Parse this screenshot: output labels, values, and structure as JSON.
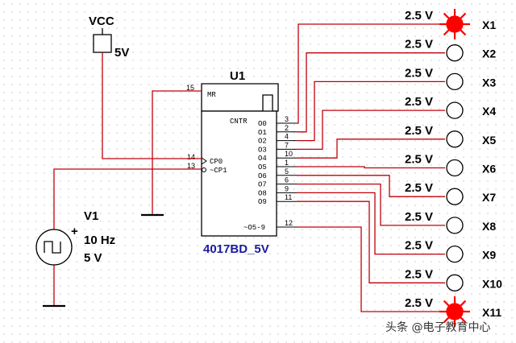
{
  "vcc": {
    "name": "VCC",
    "value": "5V"
  },
  "chip": {
    "ref": "U1",
    "part": "4017BD_5V",
    "inputs": [
      {
        "num": "15",
        "name": "MR"
      },
      {
        "num": "14",
        "name": "CP0"
      },
      {
        "num": "13",
        "name": "~CP1"
      }
    ],
    "cntr_label": "CNTR",
    "outputs": [
      {
        "num": "3",
        "name": "O0"
      },
      {
        "num": "2",
        "name": "O1"
      },
      {
        "num": "4",
        "name": "O2"
      },
      {
        "num": "7",
        "name": "O3"
      },
      {
        "num": "10",
        "name": "O4"
      },
      {
        "num": "1",
        "name": "O5"
      },
      {
        "num": "5",
        "name": "O6"
      },
      {
        "num": "6",
        "name": "O7"
      },
      {
        "num": "9",
        "name": "O8"
      },
      {
        "num": "11",
        "name": "O9"
      },
      {
        "num": "12",
        "name": "~O5-9"
      }
    ]
  },
  "source": {
    "ref": "V1",
    "plus": "+",
    "freq": "10 Hz",
    "amp": "5 V"
  },
  "lamps": [
    {
      "name": "X1",
      "voltage": "2.5 V",
      "lit": true
    },
    {
      "name": "X2",
      "voltage": "2.5 V",
      "lit": false
    },
    {
      "name": "X3",
      "voltage": "2.5 V",
      "lit": false
    },
    {
      "name": "X4",
      "voltage": "2.5 V",
      "lit": false
    },
    {
      "name": "X5",
      "voltage": "2.5 V",
      "lit": false
    },
    {
      "name": "X6",
      "voltage": "2.5 V",
      "lit": false
    },
    {
      "name": "X7",
      "voltage": "2.5 V",
      "lit": false
    },
    {
      "name": "X8",
      "voltage": "2.5 V",
      "lit": false
    },
    {
      "name": "X9",
      "voltage": "2.5 V",
      "lit": false
    },
    {
      "name": "X10",
      "voltage": "2.5 V",
      "lit": false
    },
    {
      "name": "X11",
      "voltage": "2.5 V",
      "lit": true
    }
  ],
  "watermark": "头条 @电子教育中心",
  "colors": {
    "wire": "#c0000a",
    "lit": "#ff0000",
    "ground": "#000000",
    "label": "#1a1aa0"
  }
}
